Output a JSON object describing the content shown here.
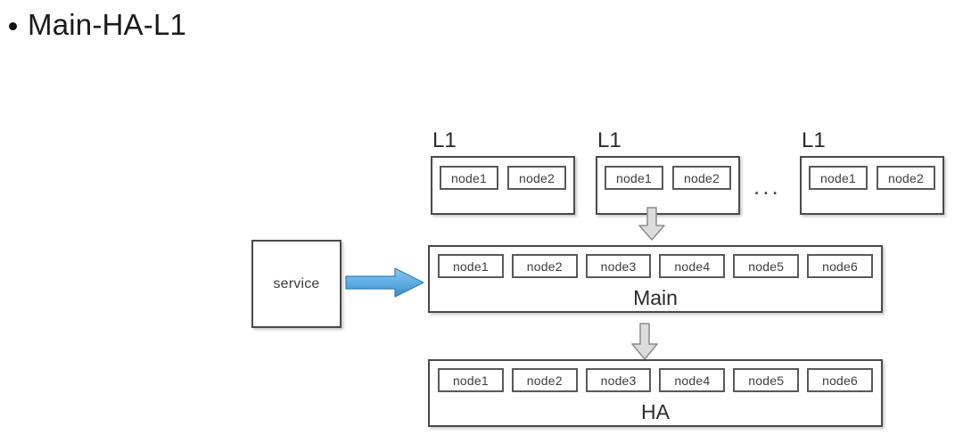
{
  "slide": {
    "title": "Main-HA-L1",
    "bullet_glyph": "•"
  },
  "diagram": {
    "type": "architecture-block-diagram",
    "ellipsis": "...",
    "colors": {
      "box_border": "#4a4a4a",
      "node_border": "#595959",
      "box_fill": "#ffffff",
      "text": "#3d3d3d",
      "arrow_blue_light": "#7cc0ea",
      "arrow_blue_dark": "#3d93cf",
      "arrow_blue_stroke": "#2f7fb8",
      "arrow_gray_fill": "#dcdcdc",
      "arrow_gray_stroke": "#8c8c8c"
    },
    "service": {
      "label": "service"
    },
    "l1_groups": [
      {
        "label": "L1",
        "nodes": [
          "node1",
          "node2"
        ]
      },
      {
        "label": "L1",
        "nodes": [
          "node1",
          "node2"
        ]
      },
      {
        "label": "L1",
        "nodes": [
          "node1",
          "node2"
        ]
      }
    ],
    "main": {
      "label": "Main",
      "nodes": [
        "node1",
        "node2",
        "node3",
        "node4",
        "node5",
        "node6"
      ]
    },
    "ha": {
      "label": "HA",
      "nodes": [
        "node1",
        "node2",
        "node3",
        "node4",
        "node5",
        "node6"
      ]
    },
    "arrows": [
      {
        "name": "service-to-main",
        "direction": "right",
        "style": "blue-gradient-block"
      },
      {
        "name": "l1-to-main",
        "direction": "down",
        "style": "gray-block"
      },
      {
        "name": "main-to-ha",
        "direction": "down",
        "style": "gray-block"
      }
    ]
  }
}
